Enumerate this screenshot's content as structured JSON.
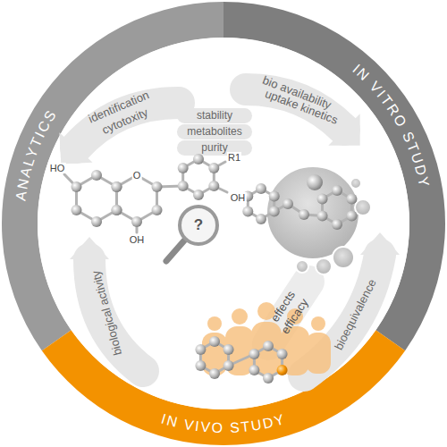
{
  "diagram": {
    "labels": [
      "ANALYTICS",
      "IN VITRO STUDY",
      "IN VIVO STUDY",
      "identification",
      "cytotoxity",
      "bio availability",
      "uptake kinetics",
      "stability",
      "metabolites",
      "purity",
      "biological activity",
      "effects",
      "efficacy",
      "bioequivalence",
      "HO",
      "O",
      "R1",
      "OH",
      "OH",
      "?"
    ]
  }
}
